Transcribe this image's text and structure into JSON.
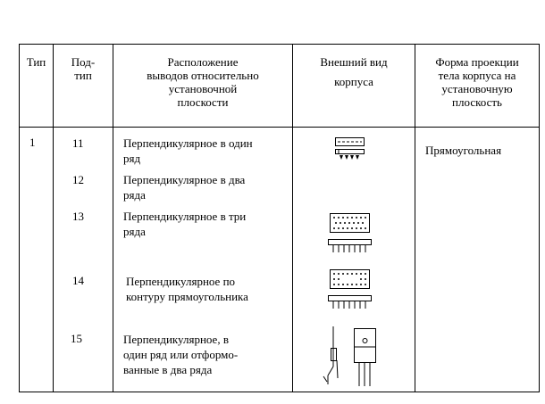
{
  "table": {
    "headers": {
      "type": "Тип",
      "subtype": [
        "Под-",
        "тип"
      ],
      "leads": [
        "Расположение",
        "выводов относительно",
        "установочной",
        "плоскости"
      ],
      "appearance": [
        "Внешний вид",
        "корпуса"
      ],
      "shape": [
        "Форма проекции",
        "тела корпуса на",
        "установочную",
        "плоскость"
      ]
    },
    "type_value": "1",
    "shape_value": "Прямоугольная",
    "rows": [
      {
        "subtype": "11",
        "desc": [
          "Перпендикулярное в один",
          "ряд"
        ]
      },
      {
        "subtype": "12",
        "desc": [
          "Перпендикулярное в два",
          "ряда"
        ]
      },
      {
        "subtype": "13",
        "desc": [
          "Перпендикулярное в три",
          "ряда"
        ]
      },
      {
        "subtype": "14",
        "desc": [
          "Перпендикулярное по",
          "контуру прямоугольника"
        ]
      },
      {
        "subtype": "15",
        "desc": [
          "Перпендикулярное, в",
          "один ряд или отформо-",
          "ванные в два ряда"
        ]
      }
    ],
    "icons": [
      "single-row-package-icon",
      "three-row-package-icon",
      "perimeter-package-icon",
      "formed-leads-package-icon"
    ]
  }
}
